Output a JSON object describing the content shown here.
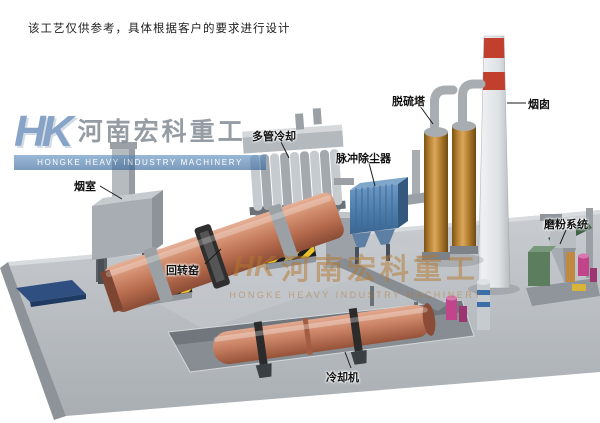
{
  "note": "该工艺仅供参考，具体根据客户的要求进行设计",
  "labels": {
    "smoke_chamber": "烟室",
    "multi_tube_cooler": "多管冷却",
    "pulse_dust_collector": "脉冲除尘器",
    "desulfurization_tower": "脱硫塔",
    "chimney": "烟囱",
    "grinding_system": "磨粉系统",
    "rotary_kiln": "回转窑",
    "cooling_machine": "冷却机"
  },
  "watermark": {
    "monogram": "HK",
    "company_cn": "河南宏科重工",
    "company_en": "HONGKE HEAVY INDUSTRY MACHINERY",
    "center_monogram": "HK",
    "center_cn": "河南宏科重工",
    "center_en": "HONGKE HEAVY INDUSTRY MACHINERY"
  },
  "colors": {
    "kiln_salmon": "#c97f63",
    "dust_collector_blue": "#4f7fae",
    "tower_orange": "#c08a42",
    "chimney_red": "#c23f2e",
    "platform_gray": "#b7bcc0",
    "hazard_yellow": "#e8c227",
    "logo_blue": "#3f6ea8",
    "watermark_gold": "#b5792f"
  }
}
